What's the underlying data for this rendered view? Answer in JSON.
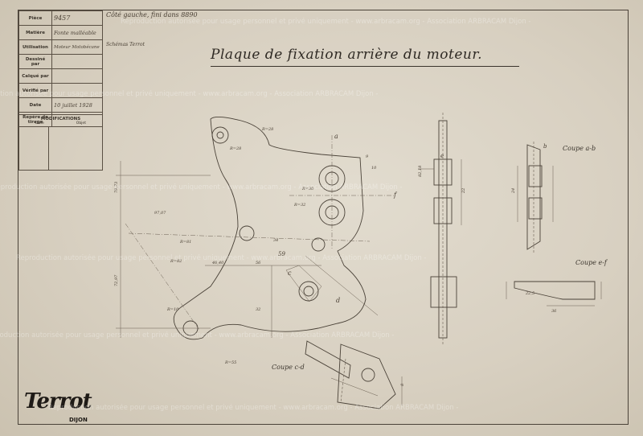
{
  "title_block": {
    "rows": [
      {
        "key": "Pièce",
        "value": "9457"
      },
      {
        "key": "Matière",
        "value": "Fonte malléable"
      },
      {
        "key": "Utilisation",
        "value": "Moteur Motobécane"
      },
      {
        "key": "Dessiné par",
        "value": ""
      },
      {
        "key": "Calqué par",
        "value": ""
      },
      {
        "key": "Vérifié par",
        "value": ""
      },
      {
        "key": "Date",
        "value": "10 juillet 1928"
      },
      {
        "key": "Repère de tirage",
        "value": ""
      }
    ],
    "modifications_title": "MODIFICATIONS",
    "modifications_date": "Date",
    "modifications_objet": "Objet"
  },
  "note": "Côté gauche, fini dans 8890",
  "note2": "Schémas Terrot",
  "drawing_title": "Plaque de fixation arrière du moteur.",
  "section_labels": {
    "ab": "Coupe a-b",
    "ef": "Coupe e-f",
    "cd": "Coupe c-d"
  },
  "letters": {
    "a": "a",
    "b": "b",
    "c": "c",
    "d": "d",
    "e": "e",
    "f": "f"
  },
  "dimensions": {
    "r28a": "R=28",
    "r28b": "R=28",
    "r30": "R=30",
    "r32": "R=32",
    "r82": "R=82",
    "r10": "R=10",
    "r81": "R=81",
    "r55": "R=55",
    "d9": "9",
    "d10": "10",
    "d36": "36",
    "d8": "8",
    "d24": "24",
    "d9707": "97,07",
    "d4640": "46,40",
    "d56": "56",
    "d34": "34",
    "d32": "32",
    "d7973": "79,73",
    "d7297": "72,97",
    "d8218": "82,18",
    "d22": "22",
    "d59": "59",
    "d225": "22,5"
  },
  "logo": {
    "brand": "Terrot",
    "city": "DIJON"
  },
  "watermark": "Reproduction autorisée pour usage personnel et privé uniquement - www.arbracam.org - Association ARBRACAM Dijon - "
}
